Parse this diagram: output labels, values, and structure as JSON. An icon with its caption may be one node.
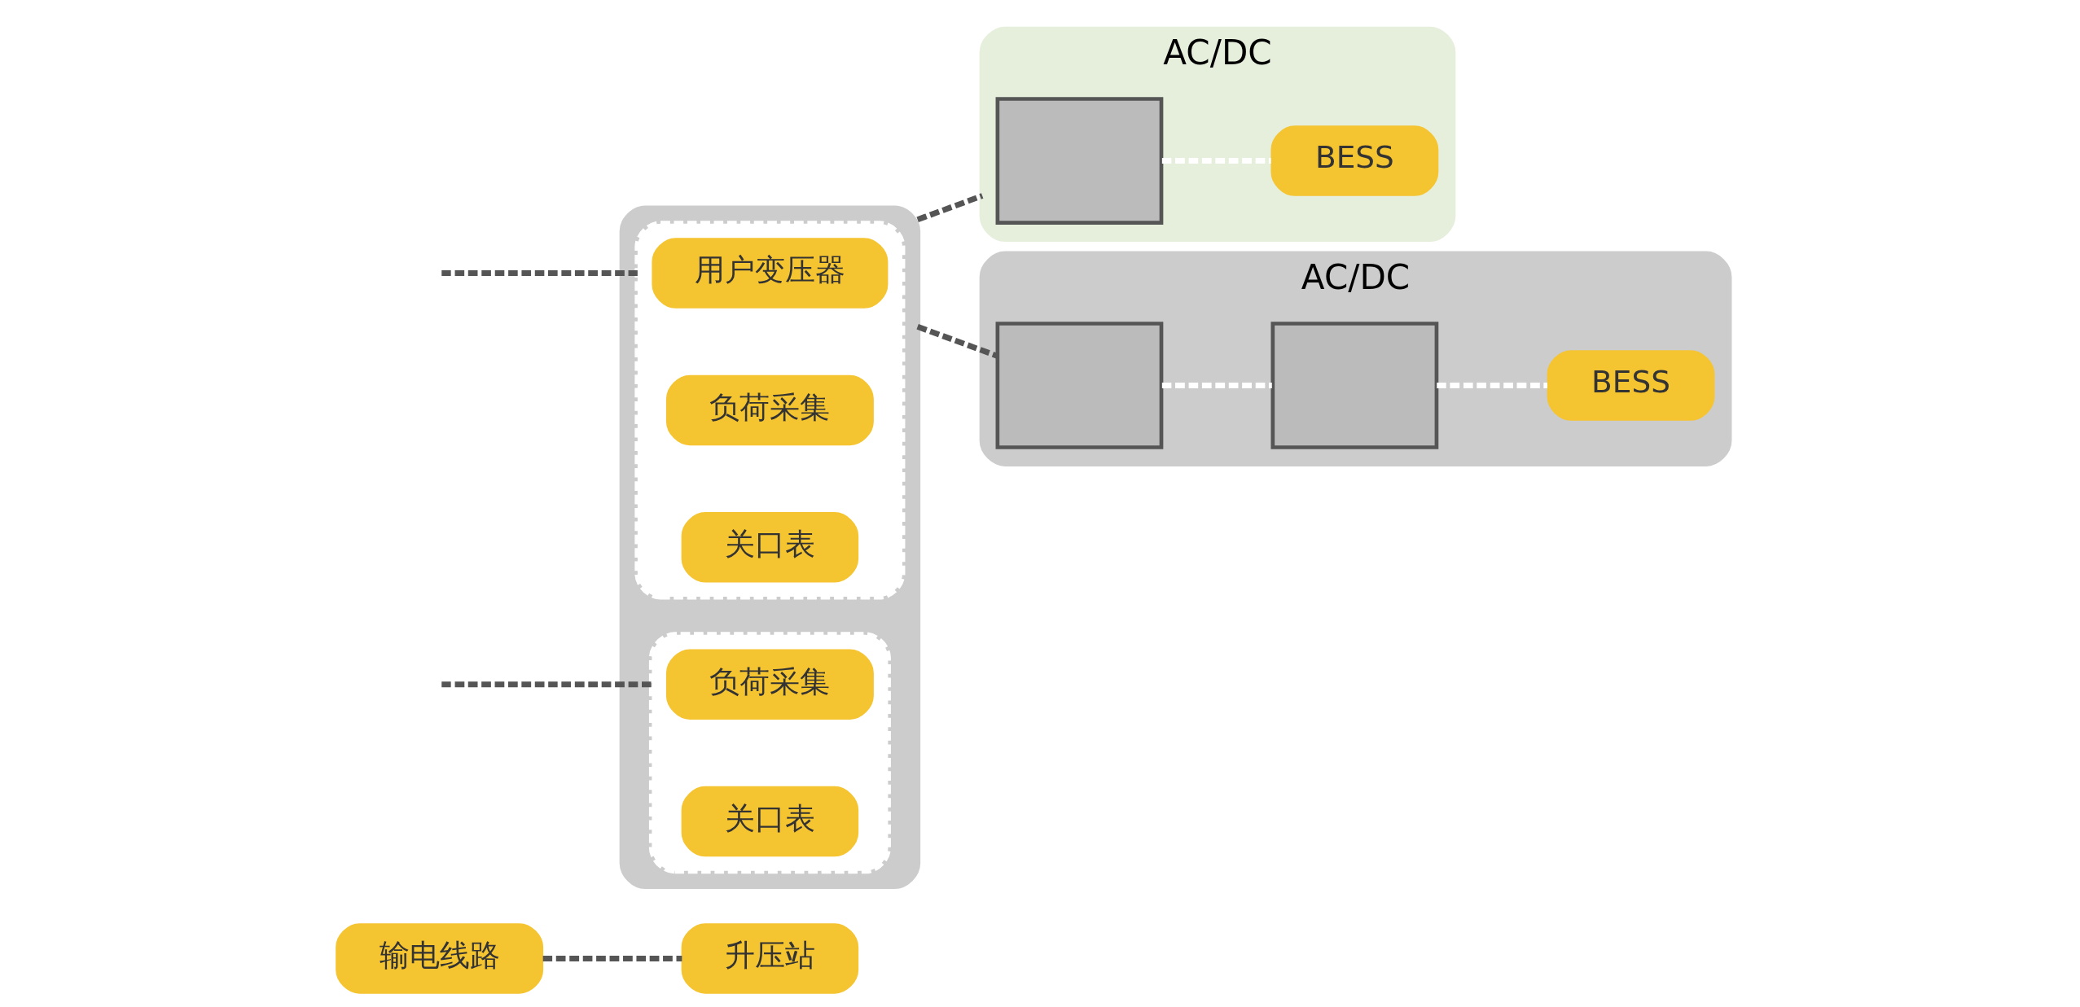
{
  "diagram": {
    "nodes": [
      {
        "text": [
          "输电线路"
        ]
      },
      {
        "text": [
          "升压站"
        ]
      },
      {
        "text": [],
        "shape": "box"
      },
      {
        "text": [],
        "shape": "box",
        "in": 2
      },
      {
        "text": [
          "用户变压器"
        ],
        "in": 3
      },
      {
        "text": [
          "负荷采集"
        ],
        "in": 3
      },
      {
        "text": [
          "关口表"
        ],
        "in": 3
      },
      {
        "text": [],
        "shape": "box",
        "in": 2
      },
      {
        "text": [
          "负荷采集"
        ],
        "in": 7
      },
      {
        "text": [
          "关口表"
        ],
        "in": 7
      },
      {
        "text": [
          "AC/DC"
        ]
      },
      {
        "text": [],
        "shape": "box",
        "in": 10
      },
      {
        "text": [
          "BESS"
        ],
        "in": 10
      },
      {
        "text": [
          "AC/DC"
        ]
      },
      {
        "text": [],
        "shape": "box",
        "in": 13
      },
      {
        "text": [],
        "shape": "box",
        "in": 13
      },
      {
        "text": [
          "BESS"
        ],
        "in": 13
      }
    ],
    "edges": [
      {
        "from": 0,
        "to": 1,
        "arrow": "none",
        "style": "dashed"
      },
      {
        "from": null,
        "to": 3,
        "arrow": "none",
        "style": "dashed"
      },
      {
        "from": null,
        "to": 7,
        "arrow": "none",
        "style": "dashed"
      },
      {
        "from": 2,
        "to": 10,
        "arrow": "none",
        "style": "dashed"
      },
      {
        "from": 11,
        "to": 12,
        "arrow": "none",
        "style": "dashed",
        "color": "#ffffff"
      },
      {
        "from": 2,
        "to": 14,
        "arrow": "none",
        "style": "dashed"
      },
      {
        "from": 14,
        "to": 15,
        "arrow": "none",
        "style": "dashed",
        "color": "#ffffff"
      },
      {
        "from": 15,
        "to": 16,
        "arrow": "none",
        "style": "dashed",
        "color": "#ffffff"
      }
    ]
  }
}
